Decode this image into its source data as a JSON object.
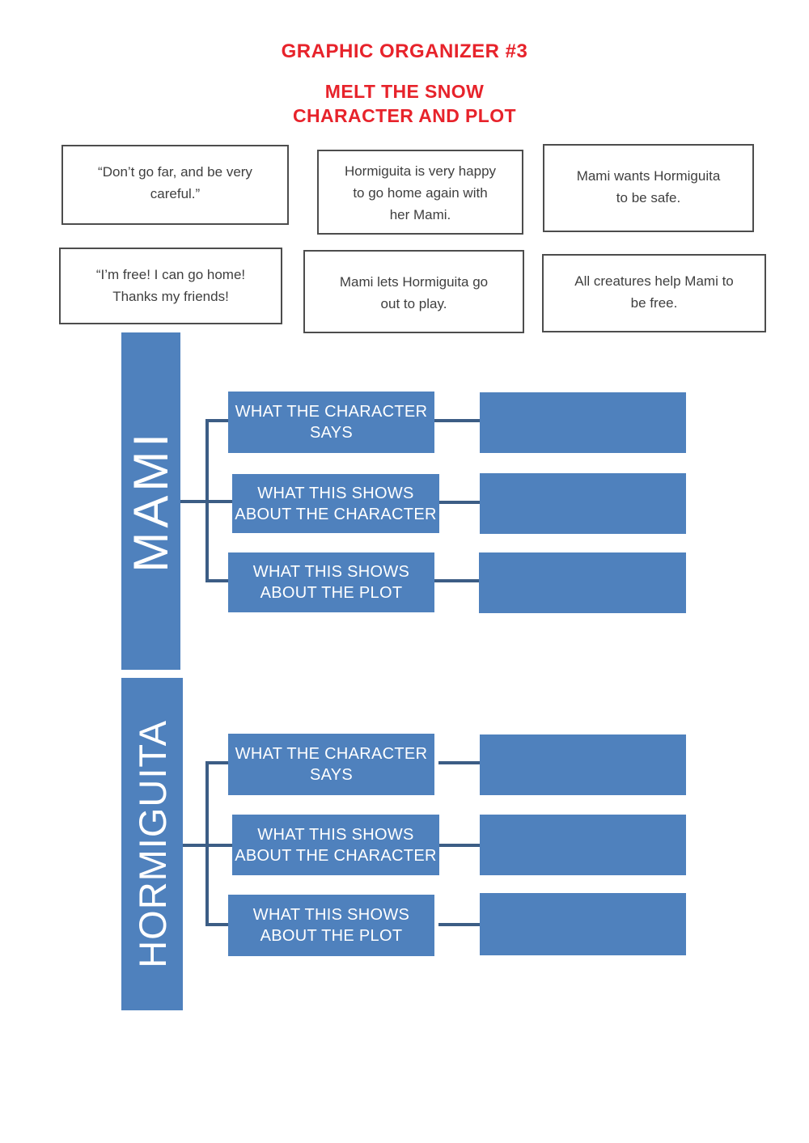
{
  "header": {
    "title": "GRAPHIC ORGANIZER #3",
    "subtitle1": "MELT THE SNOW",
    "subtitle2": "CHARACTER AND PLOT"
  },
  "colors": {
    "accent_red": "#e7232b",
    "shape_blue": "#4f81bd",
    "connector_blue": "#3c5d85",
    "card_border_gray": "#4d4d4d",
    "card_text_gray": "#3f3f3f"
  },
  "quote_cards": [
    {
      "lines": [
        "“Don’t go far, and be very",
        "careful.”"
      ]
    },
    {
      "lines": [
        "Hormiguita is very happy",
        "to go home again with",
        "her Mami."
      ]
    },
    {
      "lines": [
        "Mami wants Hormiguita",
        "to be safe."
      ]
    },
    {
      "lines": [
        "“I’m free! I can go home!",
        "Thanks my friends!"
      ]
    },
    {
      "lines": [
        "Mami lets Hormiguita go",
        "out to play."
      ]
    },
    {
      "lines": [
        "All creatures help Mami to",
        "be free."
      ]
    }
  ],
  "sections": [
    {
      "character": "MAMI",
      "rows": [
        {
          "label_line1": "WHAT THE CHARACTER",
          "label_line2": "SAYS",
          "answer": ""
        },
        {
          "label_line1": "WHAT THIS SHOWS",
          "label_line2": "ABOUT THE CHARACTER",
          "answer": ""
        },
        {
          "label_line1": "WHAT THIS SHOWS",
          "label_line2": "ABOUT THE PLOT",
          "answer": ""
        }
      ]
    },
    {
      "character": "HORMIGUITA",
      "rows": [
        {
          "label_line1": "WHAT THE CHARACTER",
          "label_line2": "SAYS",
          "answer": ""
        },
        {
          "label_line1": "WHAT THIS SHOWS",
          "label_line2": "ABOUT THE CHARACTER",
          "answer": ""
        },
        {
          "label_line1": "WHAT THIS SHOWS",
          "label_line2": "ABOUT THE PLOT",
          "answer": ""
        }
      ]
    }
  ]
}
